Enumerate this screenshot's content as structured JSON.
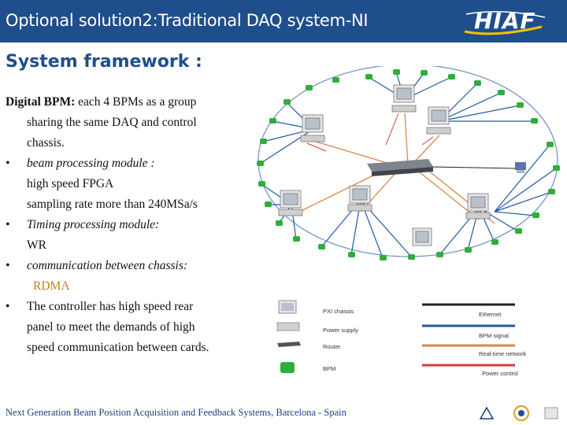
{
  "header": {
    "title": "Optional solution2:Traditional DAQ system-NI",
    "logo_text": "HIAF"
  },
  "subtitle": "System framework :",
  "body": {
    "intro_bold": "Digital BPM:",
    "intro_rest": " each 4 BPMs as a group",
    "intro_cont1": "sharing the same DAQ and control",
    "intro_cont2": "chassis.",
    "b1_title": "beam processing module :",
    "b1_l1": "high speed FPGA",
    "b1_l2": "sampling rate more than 240MSa/s",
    "b2_title": "Timing processing module:",
    "b2_l1": "WR",
    "b3_title": "communication between chassis:",
    "b3_l1": "RDMA",
    "b4_l1": "The controller has high speed rear",
    "b4_l2": "panel to meet the demands of high",
    "b4_l3": "speed communication between cards."
  },
  "legend": {
    "pxi": "PXI chassis",
    "power": "Power supply",
    "router": "Router",
    "bpm": "BPM",
    "ethernet": "Ethernet",
    "bpm_signal": "BPM signal",
    "rt_network": "Real-time network",
    "power_control": "Power control"
  },
  "colors": {
    "title_bg": "#1f4e8c",
    "ethernet": "#222222",
    "bpm_signal": "#1f5aa6",
    "rt_network": "#d9864a",
    "power_control": "#d63a3a",
    "bpm": "#2fae3a"
  },
  "footer": "Next Generation Beam Position Acquisition and Feedback Systems, Barcelona - Spain"
}
